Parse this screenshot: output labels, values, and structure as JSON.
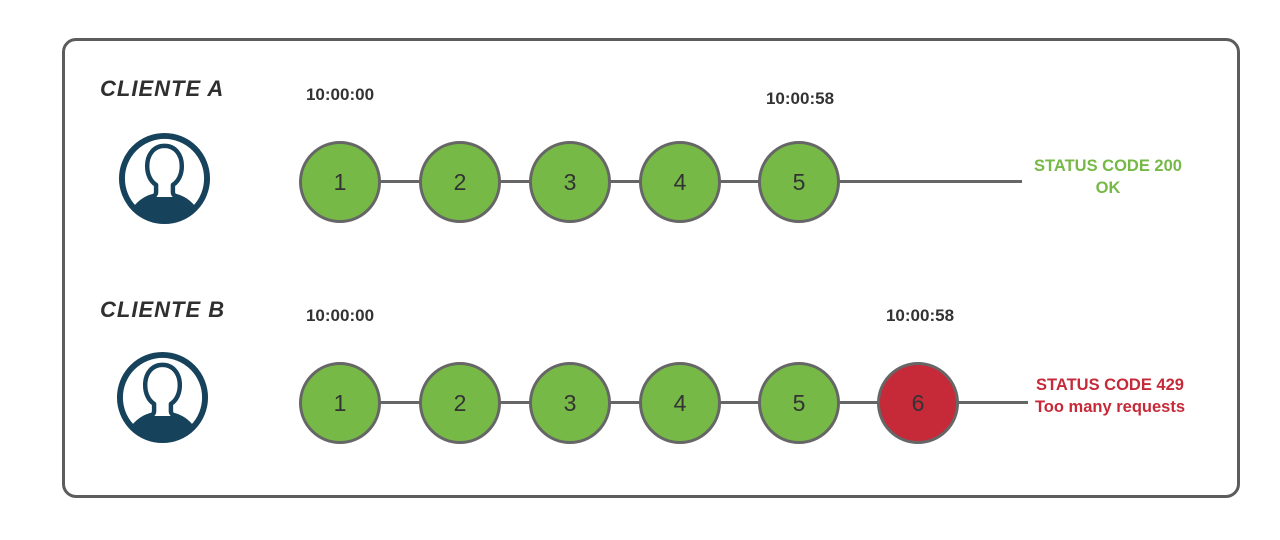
{
  "colors": {
    "success_green": "#76B947",
    "error_red": "#C62A39",
    "avatar_navy": "#16425B",
    "line_gray": "#666666",
    "frame_gray": "#5c5c5c",
    "text_dark": "#333333"
  },
  "rows": [
    {
      "client": "CLIENTE A",
      "start_time": "10:00:00",
      "end_time": "10:00:58",
      "requests": [
        {
          "n": "1",
          "status": "200"
        },
        {
          "n": "2",
          "status": "200"
        },
        {
          "n": "3",
          "status": "200"
        },
        {
          "n": "4",
          "status": "200"
        },
        {
          "n": "5",
          "status": "200"
        }
      ],
      "status": {
        "line1": "STATUS CODE 200",
        "line2": "OK"
      }
    },
    {
      "client": "CLIENTE B",
      "start_time": "10:00:00",
      "end_time": "10:00:58",
      "requests": [
        {
          "n": "1",
          "status": "200"
        },
        {
          "n": "2",
          "status": "200"
        },
        {
          "n": "3",
          "status": "200"
        },
        {
          "n": "4",
          "status": "200"
        },
        {
          "n": "5",
          "status": "200"
        },
        {
          "n": "6",
          "status": "429"
        }
      ],
      "status": {
        "line1": "STATUS CODE 429",
        "line2": "Too many requests"
      }
    }
  ]
}
